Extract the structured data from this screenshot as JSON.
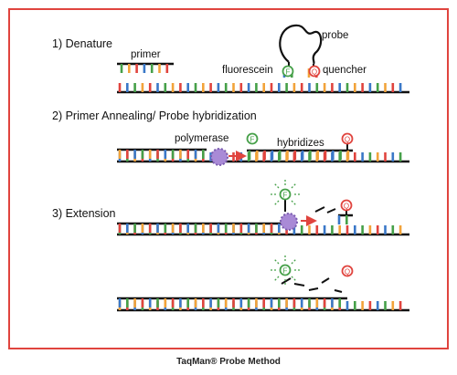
{
  "steps": [
    {
      "label": "1) Denature"
    },
    {
      "label": "2) Primer Annealing/ Probe hybridization"
    },
    {
      "label": "3) Extension"
    }
  ],
  "labels": {
    "primer": "primer",
    "probe": "probe",
    "fluorescein": "fluorescein",
    "quencher": "quencher",
    "polymerase": "polymerase",
    "hybridizes": "hybridizes"
  },
  "markers": {
    "fluor": "F",
    "quench": "Q"
  },
  "caption": "TaqMan® Probe Method",
  "colors": {
    "border": "#e0443e",
    "strand": "#111111",
    "bases": [
      "#3a78c8",
      "#e0443e",
      "#f2a33a",
      "#46a049"
    ],
    "fluor": "#46a049",
    "quench": "#e0443e",
    "polymerase": "#a98ad6",
    "arrow": "#e0443e"
  }
}
